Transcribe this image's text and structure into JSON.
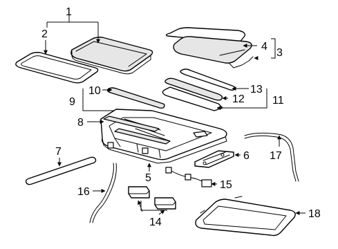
{
  "diagram": {
    "callouts": [
      {
        "id": "c1",
        "number": "1"
      },
      {
        "id": "c2",
        "number": "2"
      },
      {
        "id": "c3",
        "number": "3"
      },
      {
        "id": "c4",
        "number": "4"
      },
      {
        "id": "c5",
        "number": "5"
      },
      {
        "id": "c6",
        "number": "6"
      },
      {
        "id": "c7",
        "number": "7"
      },
      {
        "id": "c8",
        "number": "8"
      },
      {
        "id": "c9",
        "number": "9"
      },
      {
        "id": "c10",
        "number": "10"
      },
      {
        "id": "c11",
        "number": "11"
      },
      {
        "id": "c12",
        "number": "12"
      },
      {
        "id": "c13",
        "number": "13"
      },
      {
        "id": "c14",
        "number": "14"
      },
      {
        "id": "c15",
        "number": "15"
      },
      {
        "id": "c16",
        "number": "16"
      },
      {
        "id": "c17",
        "number": "17"
      },
      {
        "id": "c18",
        "number": "18"
      }
    ]
  }
}
